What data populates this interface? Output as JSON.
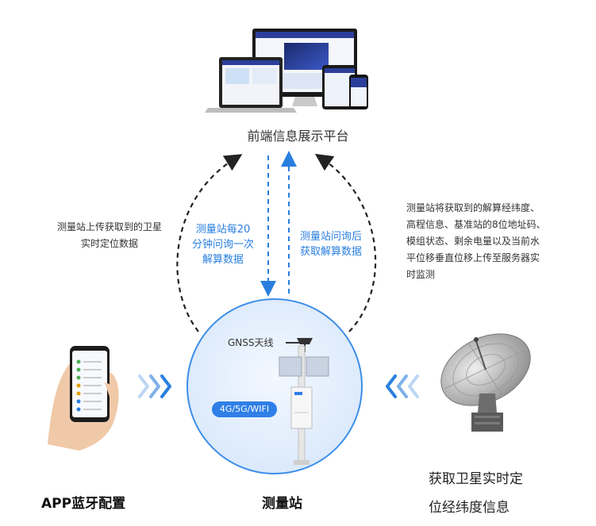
{
  "platform": {
    "label": "前端信息展示平台"
  },
  "notes": {
    "left": "测量站上传获取到的卫星实时定位数据",
    "left_line1": "测量站上传获取到的卫星",
    "left_line2": "实时定位数据",
    "blue_down_line1": "测量站每20",
    "blue_down_line2": "分钟问询一次",
    "blue_down_line3": "解算数据",
    "blue_up_line1": "测量站问询后",
    "blue_up_line2": "获取解算数据",
    "right_line1": "测量站将获取到的解算经纬度、",
    "right_line2": "高程信息、基准站的8位地址码、",
    "right_line3": "模组状态、剩余电量以及当前水",
    "right_line4": "平位移垂直位移上传至服务器实",
    "right_line5": "时监测"
  },
  "station": {
    "antenna_label": "GNSS天线",
    "network_badge": "4G/5G/WIFI",
    "label": "测量站"
  },
  "app": {
    "label": "APP蓝牙配置"
  },
  "satellite": {
    "label_line1": "获取卫星实时定",
    "label_line2": "位经纬度信息"
  },
  "colors": {
    "accent_blue": "#2a7fde",
    "circle_fill": "#e4f0ff",
    "arrow_dark": "#222222"
  }
}
